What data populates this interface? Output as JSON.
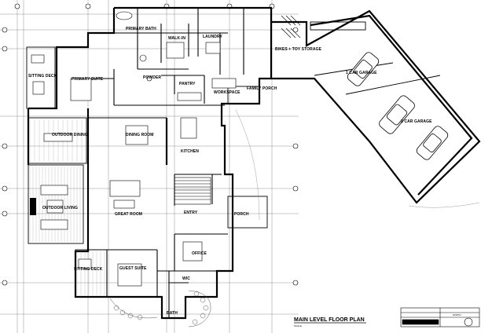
{
  "plan": {
    "title": "MAIN LEVEL FLOOR PLAN",
    "scale_label": "SCALE",
    "north_label": "NORTH",
    "rooms": [
      {
        "id": "primary-bath",
        "label": "PRIMARY BATH"
      },
      {
        "id": "walk-in",
        "label": "WALK-IN"
      },
      {
        "id": "laundry",
        "label": "LAUNDRY"
      },
      {
        "id": "bikes-toy-storage",
        "label": "BIKES + TOY STORAGE"
      },
      {
        "id": "sitting-deck-top",
        "label": "SITTING DECK"
      },
      {
        "id": "primary-suite",
        "label": "PRIMARY SUITE"
      },
      {
        "id": "powder",
        "label": "POWDER"
      },
      {
        "id": "pantry",
        "label": "PANTRY"
      },
      {
        "id": "workspace",
        "label": "WORKSPACE"
      },
      {
        "id": "family-porch",
        "label": "FAMILY PORCH"
      },
      {
        "id": "one-car-garage",
        "label": "1 CAR GARAGE"
      },
      {
        "id": "two-car-garage",
        "label": "2 CAR GARAGE"
      },
      {
        "id": "outdoor-dining",
        "label": "OUTDOOR DINING"
      },
      {
        "id": "dining-room",
        "label": "DINING ROOM"
      },
      {
        "id": "kitchen",
        "label": "KITCHEN"
      },
      {
        "id": "outdoor-living",
        "label": "OUTDOOR LIVING"
      },
      {
        "id": "great-room",
        "label": "GREAT ROOM"
      },
      {
        "id": "entry",
        "label": "ENTRY"
      },
      {
        "id": "porch",
        "label": "PORCH"
      },
      {
        "id": "office",
        "label": "OFFICE"
      },
      {
        "id": "sitting-deck-bottom",
        "label": "SITTING DECK"
      },
      {
        "id": "guest-suite",
        "label": "GUEST SUITE"
      },
      {
        "id": "wic",
        "label": "WIC"
      },
      {
        "id": "bath",
        "label": "BATH"
      }
    ]
  }
}
